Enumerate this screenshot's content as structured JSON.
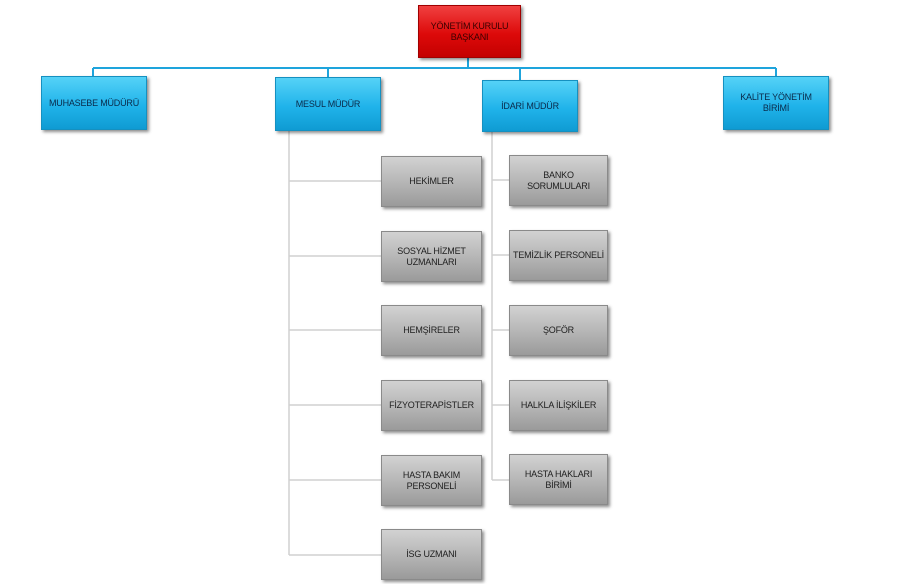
{
  "top": {
    "label": "YÖNETİM KURULU BAŞKANI"
  },
  "departments": {
    "muhasebe": {
      "label": "MUHASEBE MÜDÜRÜ"
    },
    "mesul": {
      "label": "MESUL MÜDÜR"
    },
    "idari": {
      "label": "İDARİ MÜDÜR"
    },
    "kalite": {
      "label": "KALİTE YÖNETİM BİRİMİ"
    }
  },
  "mesul_units": [
    "HEKİMLER",
    "SOSYAL HİZMET UZMANLARI",
    "HEMŞİRELER",
    "FİZYOTERAPİSTLER",
    "HASTA BAKIM PERSONELİ",
    "İSG UZMANI"
  ],
  "idari_units": [
    "BANKO SORUMLULARI",
    "TEMİZLİK PERSONELİ",
    "ŞOFÖR",
    "HALKLA İLİŞKİLER",
    "HASTA HAKLARI BİRİMİ"
  ],
  "colors": {
    "top": "#dd0a0a",
    "department": "#20b3ea",
    "unit": "#b4b4b4",
    "connector_blue": "#1ea4dc",
    "connector_gray": "#d0d0d0"
  }
}
